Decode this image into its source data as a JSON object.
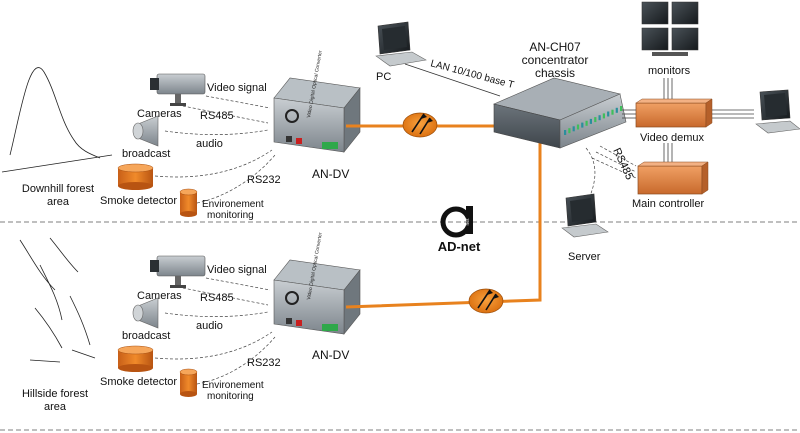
{
  "top_site": {
    "area_label_line1": "Downhill forest",
    "area_label_line2": "area",
    "video_signal": "Video signal",
    "cameras": "Cameras",
    "rs485": "RS485",
    "broadcast": "broadcast",
    "audio": "audio",
    "rs232": "RS232",
    "smoke_detector": "Smoke detector",
    "env_line1": "Environement",
    "env_line2": "monitoring",
    "device": "AN-DV"
  },
  "bottom_site": {
    "area_label_line1": "Hillside forest",
    "area_label_line2": "area",
    "video_signal": "Video signal",
    "cameras": "Cameras",
    "rs485": "RS485",
    "broadcast": "broadcast",
    "audio": "audio",
    "rs232": "RS232",
    "smoke_detector": "Smoke detector",
    "env_line1": "Environement",
    "env_line2": "monitoring",
    "device": "AN-DV"
  },
  "center": {
    "pc": "PC",
    "lan": "LAN 10/100 base T",
    "chassis_line1": "AN-CH07",
    "chassis_line2": "concentrator",
    "chassis_line3": "chassis",
    "monitors": "monitors",
    "video_demux": "Video demux",
    "rs485": "RS485",
    "main_controller": "Main controller",
    "server": "Server",
    "logo_mark": "net",
    "logo_text": "AD-net"
  },
  "device_face_text": "Video Digital Optical Converter",
  "colors": {
    "fiber": "#e8821e",
    "orange_box": "#e08a48",
    "chassis": "#8d959c",
    "device": "#9aa2a8"
  }
}
